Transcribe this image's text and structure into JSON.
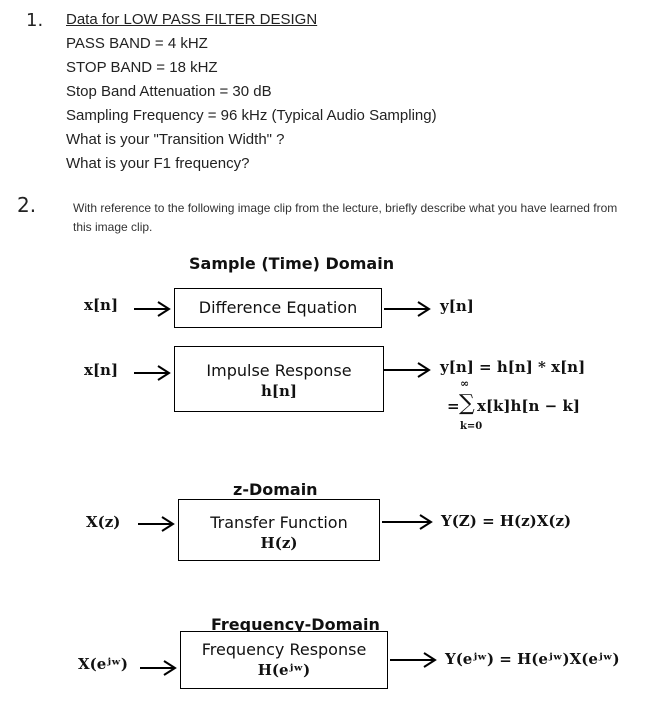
{
  "q1": {
    "number": "1.",
    "heading": "Data for LOW PASS FILTER DESIGN",
    "lines": [
      "PASS BAND = 4 kHZ",
      "STOP BAND = 18 kHZ",
      "Stop Band Attenuation = 30 dB",
      "Sampling Frequency = 96 kHz (Typical Audio Sampling)",
      "What is your \"Transition Width\" ?",
      "What is your F1 frequency?"
    ]
  },
  "q2": {
    "number": "2.",
    "text": "With reference to the following image clip from the lecture, briefly describe what you have learned from this image clip."
  },
  "diagram": {
    "time_title": "Sample (Time) Domain",
    "z_title": "z-Domain",
    "freq_title": "Frequency-Domain",
    "row1": {
      "input": "x[n]",
      "box": "Difference Equation",
      "output": "y[n]"
    },
    "row2": {
      "input": "x[n]",
      "box_line1": "Impulse Response",
      "box_line2": "h[n]",
      "output_line1": "y[n] = h[n] * x[n]",
      "sum_upper": "∞",
      "sum_symbol": "∑",
      "output_line2": "x[k]h[n − k]",
      "equals": "=",
      "sum_lower": "k=0"
    },
    "row3": {
      "input": "X(z)",
      "box_line1": "Transfer Function",
      "box_line2": "H(z)",
      "output": "Y(Z) = H(z)X(z)"
    },
    "row4": {
      "input": "X(eʲʷ)",
      "box_line1": "Frequency Response",
      "box_line2": "H(eʲʷ)",
      "output": "Y(eʲʷ) = H(eʲʷ)X(eʲʷ)"
    }
  }
}
